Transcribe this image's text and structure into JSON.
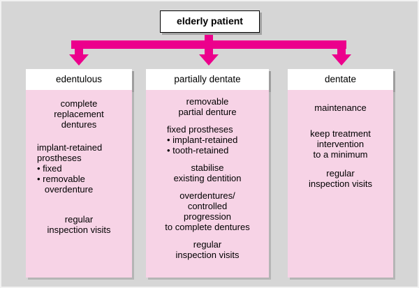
{
  "title": "elderly patient",
  "colors": {
    "arrow": "#EC008C",
    "panel_pink": "#F7D3E6",
    "header_white": "#FFFFFF",
    "background_gray": "#D6D6D6"
  },
  "columns": [
    {
      "header": "edentulous",
      "items": [
        "complete\nreplacement\ndentures",
        "implant-retained\nprostheses\n• fixed\n• removable\n   overdenture",
        "regular\ninspection visits"
      ]
    },
    {
      "header": "partially dentate",
      "items": [
        "removable\npartial denture",
        "fixed prostheses\n• implant-retained\n• tooth-retained",
        "stabilise\nexisting dentition",
        "overdentures/\ncontrolled\nprogression\nto complete dentures",
        "regular\ninspection visits"
      ]
    },
    {
      "header": "dentate",
      "items": [
        "maintenance",
        "keep treatment\nintervention\nto a minimum",
        "regular\ninspection visits"
      ]
    }
  ]
}
